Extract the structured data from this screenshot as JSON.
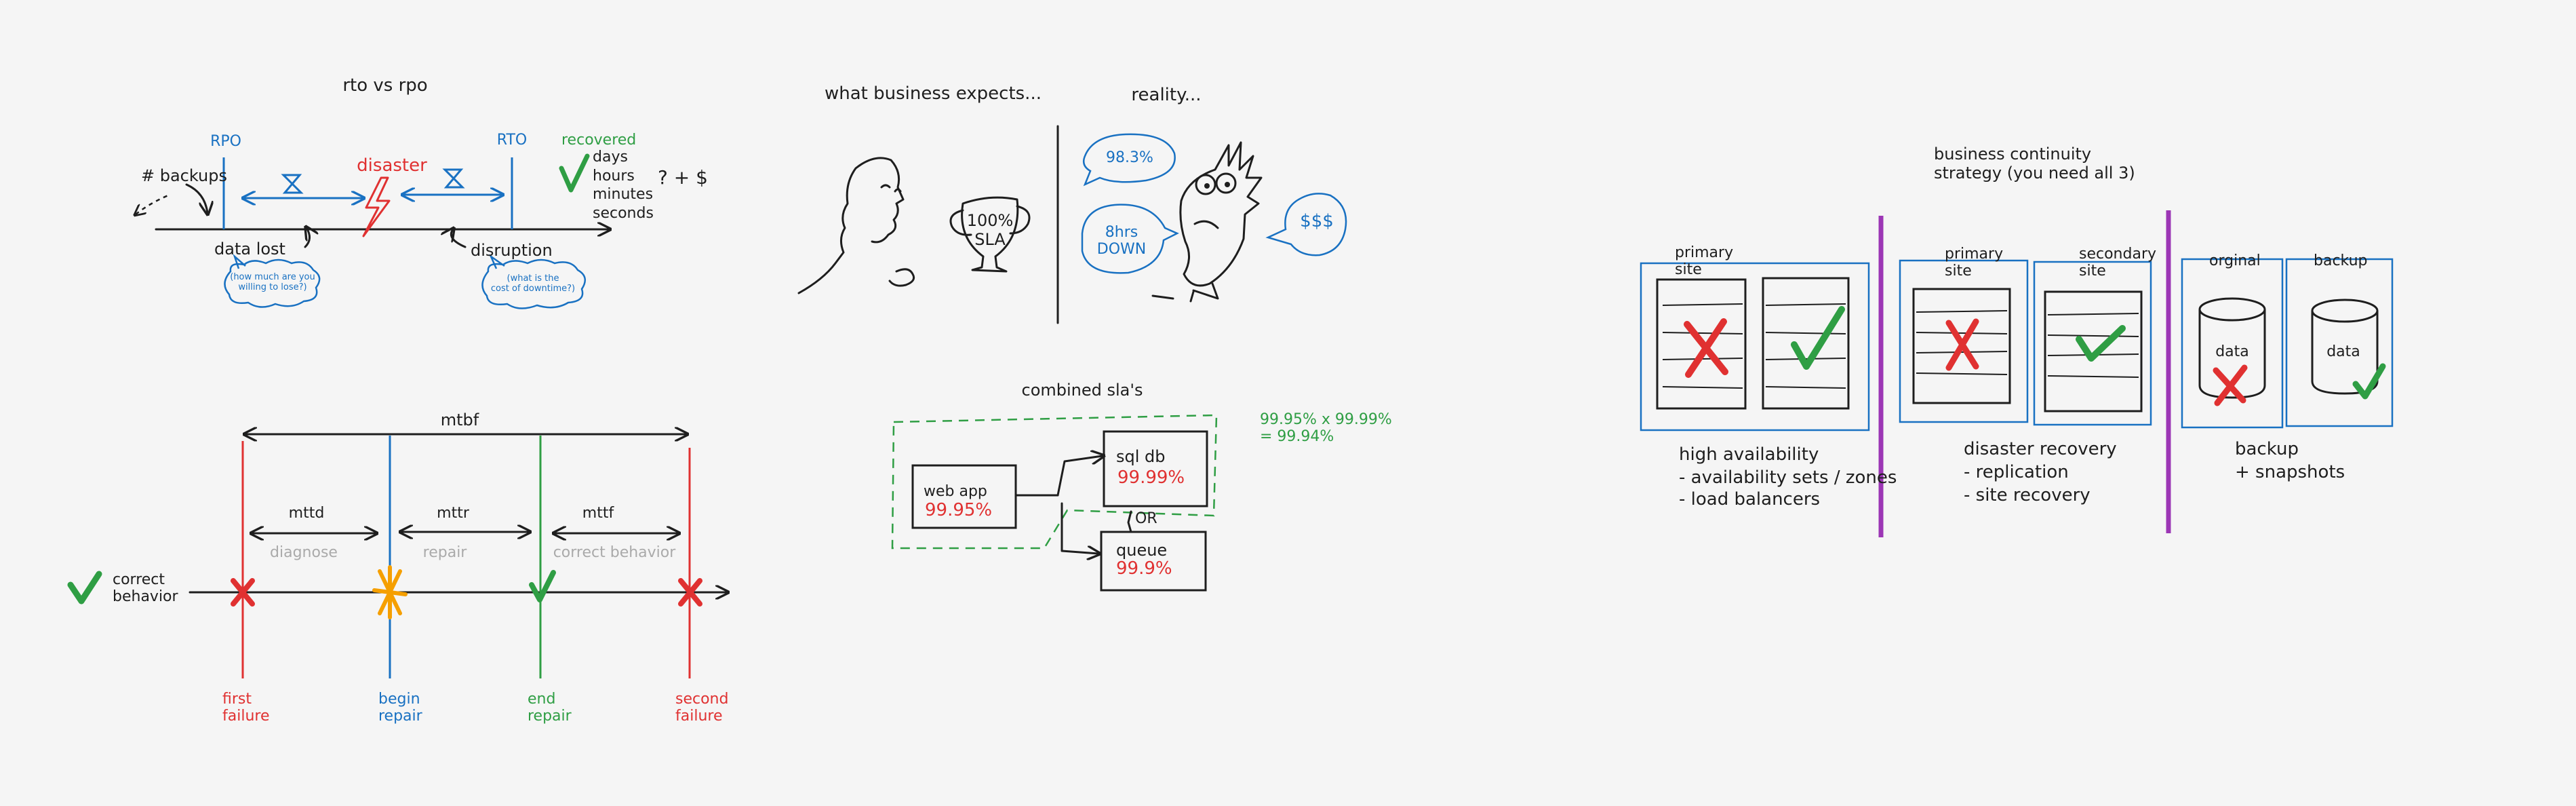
{
  "colors": {
    "background": "#f5f5f5",
    "ink": "#1e1e1e",
    "blue": "#1971c2",
    "red": "#e03131",
    "green": "#2f9e44",
    "orange": "#f59f00",
    "purple": "#9c36b5",
    "gray": "#aaaaaa"
  },
  "rto_rpo": {
    "title": "rto vs rpo",
    "rpo": "RPO",
    "rto": "RTO",
    "disaster": "disaster",
    "backups": "# backups",
    "data_lost": "data lost",
    "disruption": "disruption",
    "data_lost_bubble": "(how much are you\nwilling to lose?)",
    "disruption_bubble": "(what is the\ncost of downtime?)",
    "recovered": "recovered",
    "units": "days\nhours\nminutes\nseconds",
    "cost": "? + $"
  },
  "expectation": {
    "title": "what business expects...",
    "trophy": "100%\nSLA",
    "reality": "reality...",
    "bubble_1": "98.3%",
    "bubble_2": "8hrs\nDOWN",
    "bubble_3": "$$$"
  },
  "timeline": {
    "correct_behavior": "correct\nbehavior",
    "mtbf": "mtbf",
    "mttd": "mttd",
    "mttr": "mttr",
    "mttf": "mttf",
    "diagnose": "diagnose",
    "repair": "repair",
    "correct_behavior_gray": "correct behavior",
    "first_failure": "first\nfailure",
    "begin_repair": "begin\nrepair",
    "end_repair": "end\nrepair",
    "second_failure": "second\nfailure"
  },
  "combined_sla": {
    "title": "combined sla's",
    "formula": "99.95% x 99.99%\n= 99.94%",
    "web_app": "web app",
    "web_app_sla": "99.95%",
    "sql_db": "sql db",
    "sql_db_sla": "99.99%",
    "or": "OR",
    "queue": "queue",
    "queue_sla": "99.9%"
  },
  "continuity": {
    "title": "business continuity\nstrategy (you need all 3)",
    "ha": {
      "site": "primary\nsite",
      "heading": "high availability",
      "items": [
        "- availability sets / zones",
        "- load balancers"
      ]
    },
    "dr": {
      "primary": "primary\nsite",
      "secondary": "secondary\nsite",
      "heading": "disaster recovery",
      "items": [
        "- replication",
        "- site recovery"
      ]
    },
    "backup": {
      "original": "orginal",
      "backup": "backup",
      "data_1": "data",
      "data_2": "data",
      "heading": "backup",
      "items": [
        "+ snapshots"
      ]
    }
  }
}
